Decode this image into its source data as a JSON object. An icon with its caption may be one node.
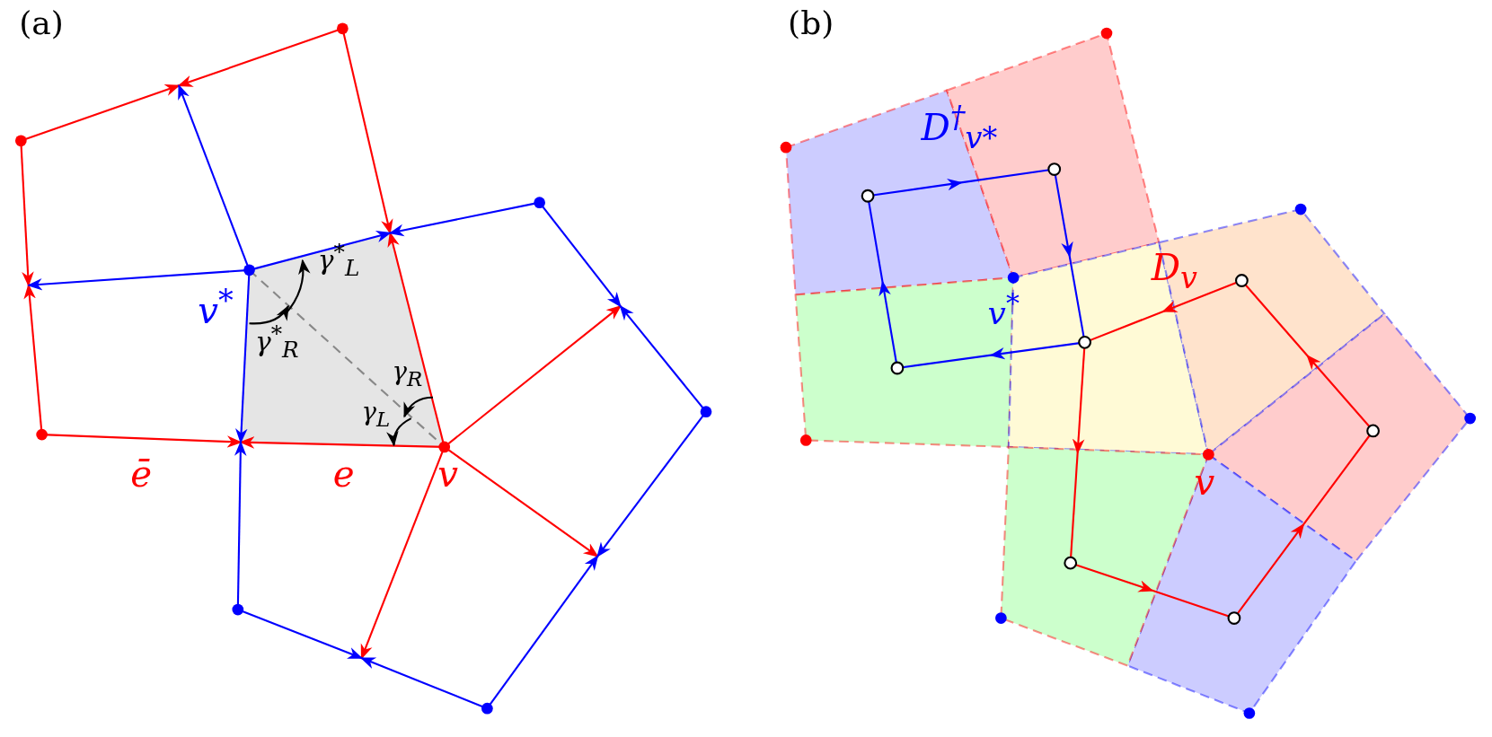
{
  "diagram": {
    "labels": [
      "(a)",
      "v$^{*}$",
      "γ$^{*}$$_{L}$",
      "γ$^{*}$$_{R}$",
      "γ$_{R}$",
      "γ$_{L}$",
      "ē",
      "e",
      "v",
      "(b)",
      "D$^{†}$$_{v*}$",
      "D$_{v}$",
      "v$^{*}$",
      "v"
    ]
  }
}
